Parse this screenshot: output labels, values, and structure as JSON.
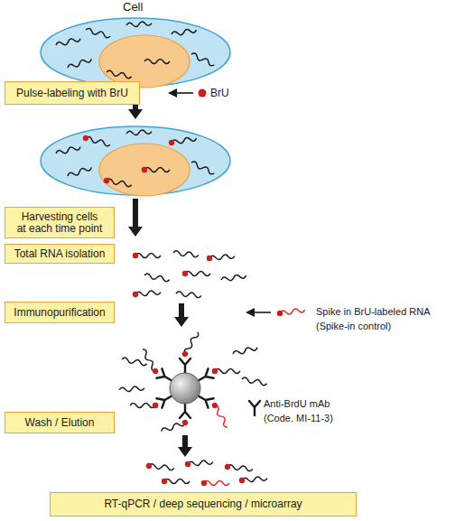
{
  "diagram": {
    "nodes": [
      {
        "text": [
          "Pulse-labeling with BrU"
        ]
      },
      {
        "text": [
          "Harvesting cells at each time point"
        ]
      },
      {
        "text": [
          "Total RNA isolation"
        ]
      },
      {
        "text": [
          "Immunopurification"
        ]
      },
      {
        "text": [
          "Wash / Elution"
        ]
      },
      {
        "text": [
          "RT-qPCR / deep sequencing / microarray"
        ]
      }
    ],
    "labels": [
      "Cell",
      "BrU",
      "Spike in BrU-labeled RNA",
      "(Spike-in control)",
      "Anti-BrdU mAb",
      "(Code. MI-11-3)"
    ]
  }
}
